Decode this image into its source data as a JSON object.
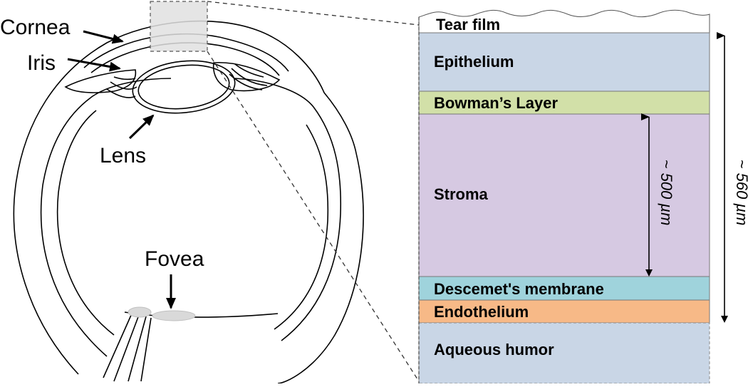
{
  "eye": {
    "labels": {
      "cornea": "Cornea",
      "iris": "Iris",
      "lens": "Lens",
      "fovea": "Fovea"
    }
  },
  "layers": [
    {
      "id": "tear-film",
      "label": "Tear film",
      "color": "#ffffff"
    },
    {
      "id": "epithelium",
      "label": "Epithelium",
      "color": "#c9d6e6"
    },
    {
      "id": "bowmans-layer",
      "label": "Bowman’s Layer",
      "color": "#d2e0a8"
    },
    {
      "id": "stroma",
      "label": "Stroma",
      "color": "#d6c9e2"
    },
    {
      "id": "descemets-membrane",
      "label": "Descemet's membrane",
      "color": "#9fd3dc"
    },
    {
      "id": "endothelium",
      "label": "Endothelium",
      "color": "#f7b987"
    },
    {
      "id": "aqueous-humor",
      "label": "Aqueous humor",
      "color": "#c9d6e6"
    }
  ],
  "dimensions": {
    "stroma_thickness": "~ 500 µm",
    "total_thickness": "~ 560 µm"
  },
  "colors": {
    "outline": "#000000",
    "inset_region": "#e0e0e0",
    "fovea_region": "#d9d9d9"
  }
}
